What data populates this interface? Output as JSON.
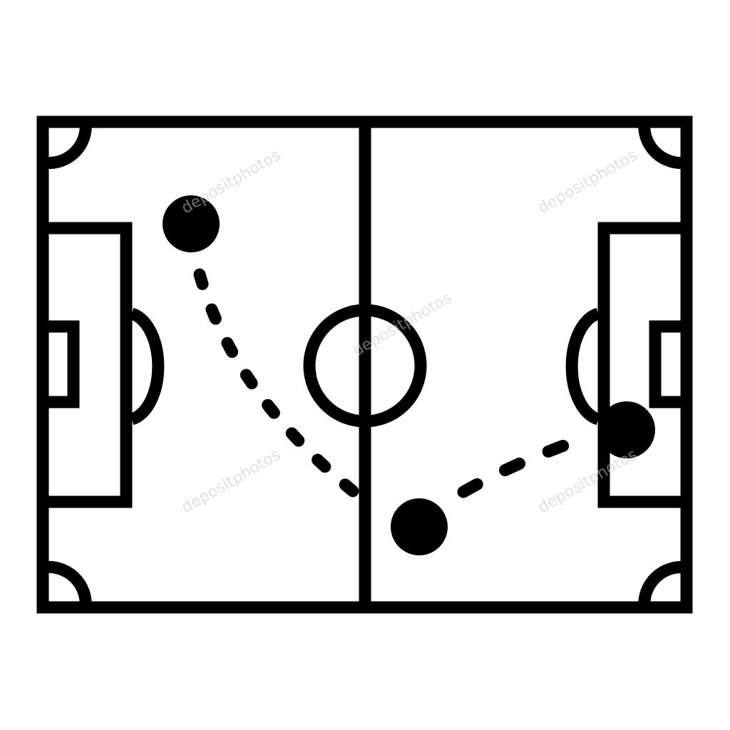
{
  "diagram": {
    "subject": "soccer-field-tactic",
    "line_color": "#000000",
    "background_color": "#ffffff",
    "watermark_text": "depositphotos",
    "players": [
      {
        "id": "player-1"
      },
      {
        "id": "player-2"
      },
      {
        "id": "player-3"
      }
    ],
    "passes": [
      {
        "from": "player-1",
        "to": "player-2",
        "style": "dashed"
      },
      {
        "from": "player-2",
        "to": "player-3",
        "style": "dashed"
      }
    ]
  }
}
